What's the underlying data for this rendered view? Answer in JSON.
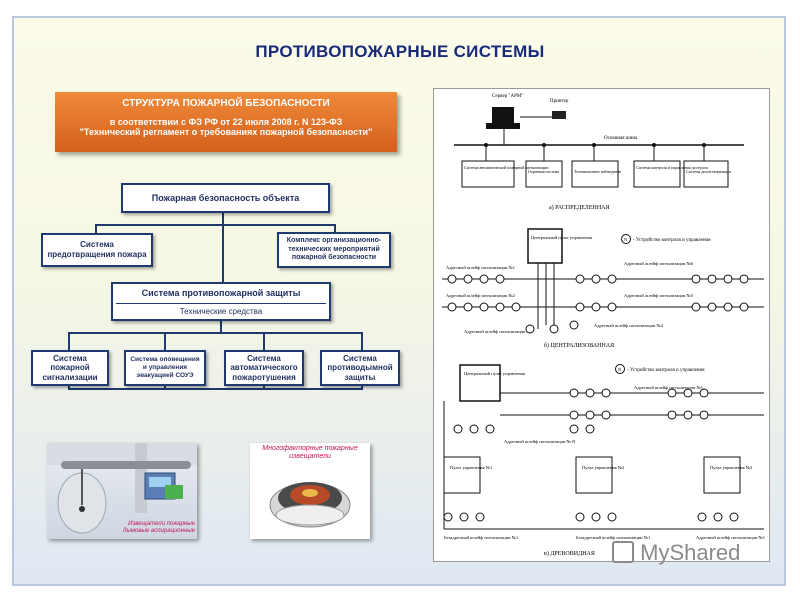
{
  "title": "ПРОТИВОПОЖАРНЫЕ СИСТЕМЫ",
  "banner": {
    "heading": "СТРУКТУРА ПОЖАРНОЙ БЕЗОПАСНОСТИ",
    "line1": "в соответствии с ФЗ РФ от 22 июля 2008 г. N 123-ФЗ",
    "line2": "\"Технический регламент о требованиях пожарной безопасности\""
  },
  "tree": {
    "root": "Пожарная безопасность объекта",
    "left": "Система предотвращения пожара",
    "right": "Комплекс организационно-технических мероприятий пожарной безопасности",
    "middle": "Система противопожарной защиты",
    "middle_sub": "Технические средства",
    "leaves": [
      "Система пожарной сигнализации",
      "Система оповещения и управления эвакуацией СОУЭ",
      "Система автоматического пожаротушения",
      "Система противодымной защиты"
    ]
  },
  "photos": {
    "photo1_caption": "Извещатели пожарные дымовые аспирационные",
    "photo2_caption": "Многофакторные пожарные извещатели"
  },
  "scheme": {
    "server": "Сервер \"АРМ\"",
    "printer": "Принтер",
    "bus": "Основная шина",
    "sys1": "Система автоматической пожарной сигнализации",
    "sys2": "Охранная система",
    "sys3": "Телевизионное наблюдение",
    "sys4": "Система контроля и управления доступом",
    "sys5": "Система диспетчеризации",
    "cap_a": "а) РАСПРЕДЕЛЕННАЯ",
    "central": "Центральный пульт управления",
    "legend": "- Устройство контроля и управления",
    "loop1": "Адресный шлейф сигнализации №1",
    "loop2": "Адресный шлейф сигнализации №2",
    "loop3": "Адресный шлейф сигнализации №3",
    "loop4": "Адресный шлейф сигнализации №4",
    "loop5": "Адресный шлейф сигнализации №5",
    "loop6": "Адресный шлейф сигнализации №6",
    "cap_b": "б) ЦЕНТРАЛИЗОВАННАЯ",
    "loopN": "Адресный шлейф сигнализации №-N",
    "loopC1": "Адресный шлейф сигнализации №1",
    "panel1": "Пульт управления №1",
    "panel2": "Пульт управления №2",
    "panel3": "Пульт управления №3",
    "nonaddr1": "Безадресный шлейф сигнализации №1",
    "nonaddr2": "Безадресный шлейф сигнализации №1",
    "addr1": "Адресный шлейф сигнализации №1",
    "cap_c": "в) ДРЕВОВИДНАЯ",
    "node": "N"
  },
  "watermark": "MyShared"
}
